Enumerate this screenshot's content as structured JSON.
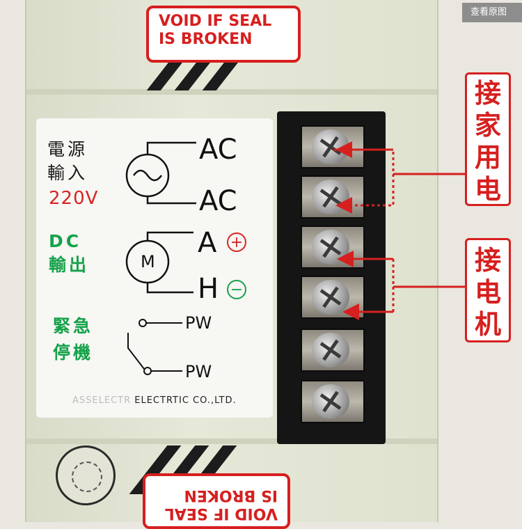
{
  "seal_top": {
    "line1": "VOID IF SEAL",
    "line2": "IS BROKEN"
  },
  "seal_bottom": {
    "line1": "VOID IF SEAL",
    "line2": "IS BROKEN"
  },
  "label": {
    "power_input_line1": "電源",
    "power_input_line2": "輸入",
    "voltage": "220V",
    "terminal_ac1": "AC",
    "terminal_ac2": "AC",
    "dc_line1": "DC",
    "dc_line2": "輸出",
    "motor_symbol": "M",
    "terminal_a": "A",
    "terminal_h": "H",
    "plus_symbol": "+",
    "minus_symbol": "−",
    "emergency_line1": "緊急",
    "emergency_line2": "停機",
    "pw1": "PW",
    "pw2": "PW",
    "company_faded": "ASSELECTR",
    "company": "ELECTRTIC CO.,LTD."
  },
  "callouts": {
    "household_power": [
      "接",
      "家",
      "用",
      "电"
    ],
    "connect_motor": [
      "接",
      "电",
      "机"
    ]
  },
  "watermark_button": "查看原图",
  "colors": {
    "red": "#d61f1f",
    "green": "#15a24a",
    "terminal_block": "#151515"
  }
}
